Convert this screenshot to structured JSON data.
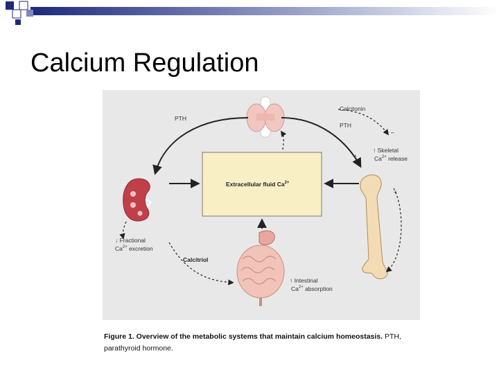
{
  "slide": {
    "title": "Calcium Regulation"
  },
  "figure": {
    "center_box": "Extracellular fluid Ca",
    "center_box_sup": "2+",
    "labels": {
      "pth_left": "PTH",
      "pth_right": "PTH",
      "calcitonin": "Calcitonin",
      "minus": "–",
      "plus_right": "+",
      "plus_bone": "+",
      "skeletal_line1": "↑ Skeletal",
      "skeletal_line2": "Ca",
      "skeletal_sup": "2+",
      "skeletal_line2_tail": " release",
      "fractional_line1": "↓ Fractional",
      "fractional_line2": "Ca",
      "fractional_sup": "2+",
      "fractional_line2_tail": " excretion",
      "calcitriol": "Calcitriol",
      "intestinal_line1": "↑ Intestinal",
      "intestinal_line2": "Ca",
      "intestinal_sup": "2+",
      "intestinal_line2_tail": " absorption"
    },
    "organs": [
      "thyroid",
      "kidney",
      "bone",
      "intestine"
    ],
    "colors": {
      "box_fill": "#f8efc4",
      "organ_red": "#c0404a",
      "intestine": "#f2c3b8",
      "thyroid": "#f1c7c0",
      "bone": "#f3dcb5"
    }
  },
  "caption": {
    "bold": "Figure 1. Overview of the metabolic systems that maintain calcium homeostasis.",
    "rest": " PTH, parathyroid hormone."
  }
}
